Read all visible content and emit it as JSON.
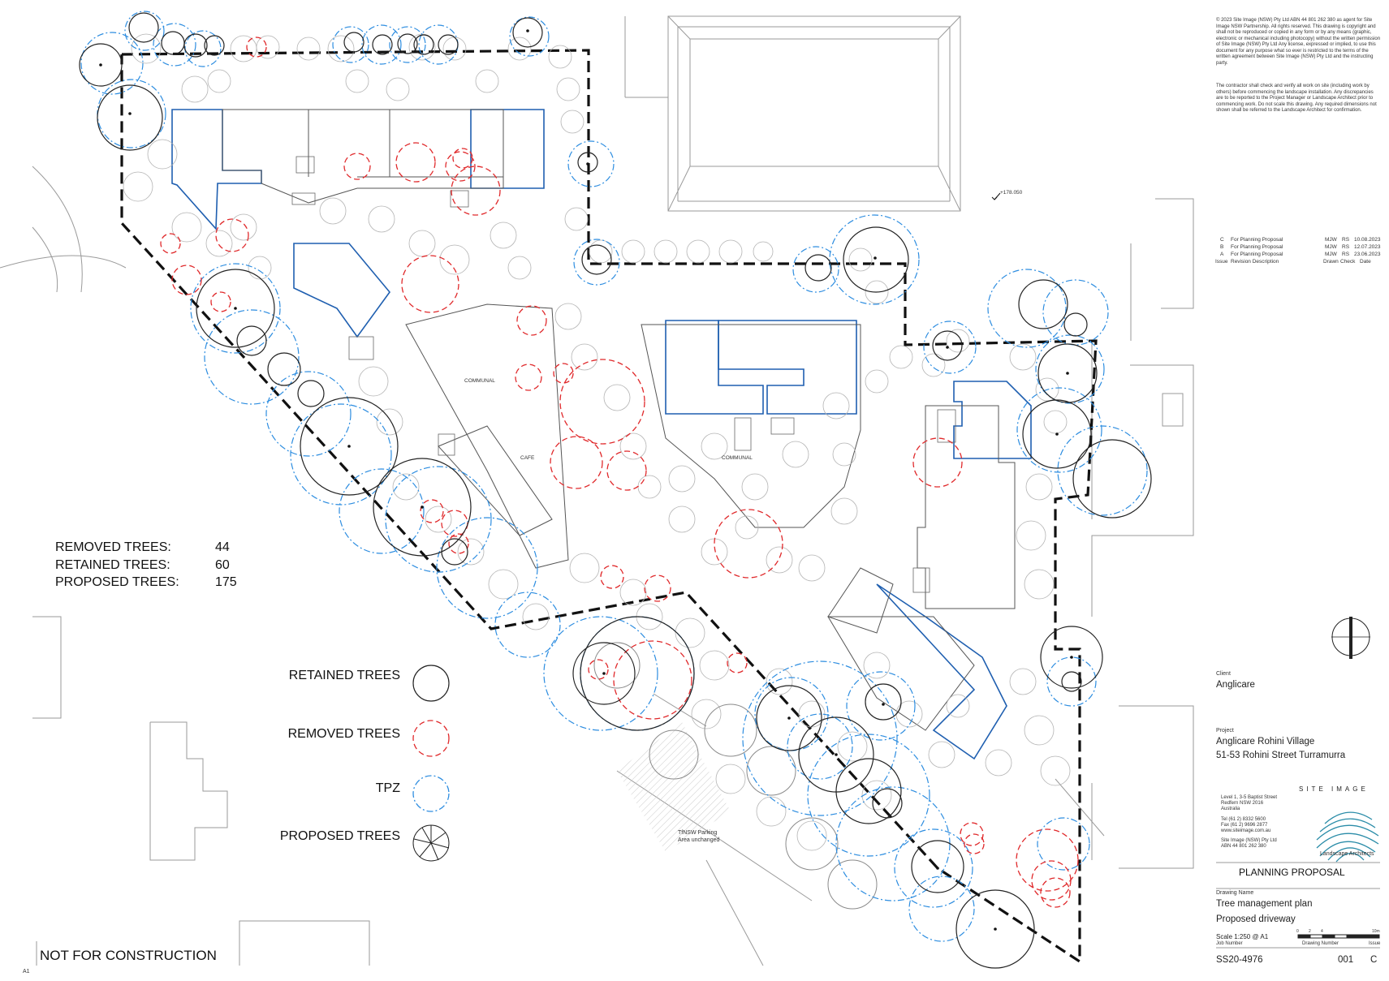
{
  "copyright": {
    "notice": "© 2023 Site Image (NSW) Pty Ltd ABN 44 801 262 380 as agent for Site Image NSW Partnership. All rights reserved. This drawing is copyright and shall not be reproduced or copied in any form or by any means (graphic, electronic or mechanical including photocopy) without the written permission of Site Image (NSW) Pty Ltd Any license, expressed or implied, to use this document for any purpose what so ever is restricted to the terms of the written agreement between Site Image (NSW) Pty Ltd and the instructing party.",
    "contractor_note": "The contractor shall check and verify all work on site (including work by others) before commencing the landscape installation. Any discrepancies are to be reported to the Project Manager or Landscape Architect prior to commencing work. Do not scale this drawing. Any required dimensions not shown shall be referred to the Landscape Architect for confirmation."
  },
  "revisions": {
    "rows": [
      {
        "issue": "C",
        "description": "For Planning Proposal",
        "drawn": "MJW",
        "check": "RS",
        "date": "10.08.2023"
      },
      {
        "issue": "B",
        "description": "For Planning Proposal",
        "drawn": "MJW",
        "check": "RS",
        "date": "12.07.2023"
      },
      {
        "issue": "A",
        "description": "For Planning Proposal",
        "drawn": "MJW",
        "check": "RS",
        "date": "23.06.2023"
      }
    ],
    "headers": {
      "issue": "Issue",
      "description": "Revision Description",
      "drawn": "Drawn",
      "check": "Check",
      "date": "Date"
    }
  },
  "level_marker": "+178.050",
  "plan_labels": {
    "communal_1": "COMMUNAL",
    "cafe": "CAFE",
    "communal_2": "COMMUNAL",
    "parking_1": "TfNSW Parking",
    "parking_2": "Area unchanged"
  },
  "stats": [
    {
      "label": "REMOVED TREES:",
      "value": "44"
    },
    {
      "label": "RETAINED TREES:",
      "value": "60"
    },
    {
      "label": "PROPOSED TREES:",
      "value": "175"
    }
  ],
  "legend": [
    {
      "label": "RETAINED TREES",
      "color": "#222222",
      "style": "solid"
    },
    {
      "label": "REMOVED TREES",
      "color": "#e0292b",
      "style": "dashed"
    },
    {
      "label": "TPZ",
      "color": "#2d8de0",
      "style": "dash-dot"
    },
    {
      "label": "PROPOSED TREES",
      "color": "#222222",
      "style": "spoked"
    }
  ],
  "not_for_construction": "NOT FOR CONSTRUCTION",
  "sheet_size": "A1",
  "title_block": {
    "client_caption": "Client",
    "client": "Anglicare",
    "project_caption": "Project",
    "project_name": "Anglicare Rohini Village",
    "project_address": "51-53 Rohini Street Turramurra",
    "firm_name": "SITE IMAGE",
    "firm_address": [
      "Level 1, 3-5 Baptist Street",
      "Redfern NSW 2016",
      "Australia"
    ],
    "firm_tel": "Tel   (61 2) 8332 5600",
    "firm_fax": "Fax   (61 2) 9696 2877",
    "firm_web": "www.siteimage.com.au",
    "firm_legal": "Site Image (NSW) Pty Ltd",
    "firm_abn": "ABN 44 801 262 380",
    "firm_tagline": "Landscape Architects",
    "status": "PLANNING PROPOSAL",
    "drawing_name_caption": "Drawing Name",
    "drawing_name_1": "Tree management plan",
    "drawing_name_2": "Proposed driveway",
    "scale": "Scale   1:250 @ A1",
    "scale_ticks": [
      "0",
      "2",
      "4",
      "10m"
    ],
    "job_number_caption": "Job Number",
    "drawing_number_caption": "Drawing Number",
    "issue_caption": "Issue",
    "job_number": "SS20-4976",
    "drawing_number": "001",
    "issue": "C"
  },
  "icons": [
    "north-arrow-icon",
    "fingerprint-logo-icon"
  ]
}
